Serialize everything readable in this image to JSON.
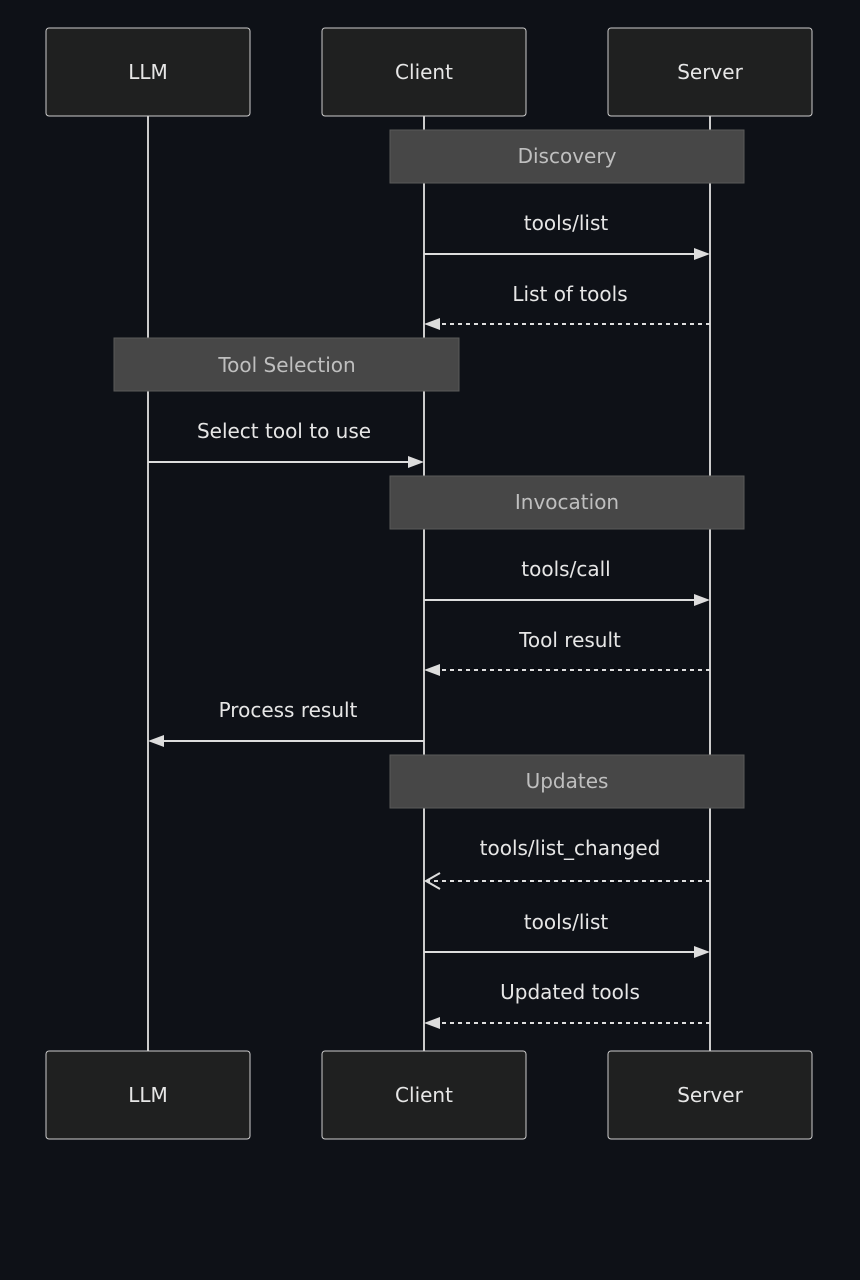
{
  "participants": {
    "llm": "LLM",
    "client": "Client",
    "server": "Server"
  },
  "notes": [
    {
      "text": "Discovery",
      "over": [
        "client",
        "server"
      ]
    },
    {
      "text": "Tool Selection",
      "over": [
        "llm",
        "client"
      ]
    },
    {
      "text": "Invocation",
      "over": [
        "client",
        "server"
      ]
    },
    {
      "text": "Updates",
      "over": [
        "client",
        "server"
      ]
    }
  ],
  "messages": [
    {
      "text": "tools/list",
      "from": "client",
      "to": "server",
      "style": "solid",
      "head": "filled"
    },
    {
      "text": "List of tools",
      "from": "server",
      "to": "client",
      "style": "dashed",
      "head": "filled"
    },
    {
      "text": "Select tool to use",
      "from": "llm",
      "to": "client",
      "style": "solid",
      "head": "filled"
    },
    {
      "text": "tools/call",
      "from": "client",
      "to": "server",
      "style": "solid",
      "head": "filled"
    },
    {
      "text": "Tool result",
      "from": "server",
      "to": "client",
      "style": "dashed",
      "head": "filled"
    },
    {
      "text": "Process result",
      "from": "client",
      "to": "llm",
      "style": "solid",
      "head": "filled"
    },
    {
      "text": "tools/list_changed",
      "from": "server",
      "to": "client",
      "style": "dashed",
      "head": "open"
    },
    {
      "text": "tools/list",
      "from": "client",
      "to": "server",
      "style": "solid",
      "head": "filled"
    },
    {
      "text": "Updated tools",
      "from": "server",
      "to": "client",
      "style": "dashed",
      "head": "filled"
    }
  ],
  "colors": {
    "background": "#0e1117",
    "actor_fill": "#1f2020",
    "actor_stroke": "#cccccc",
    "note_fill": "#474747",
    "line": "#dddddd"
  }
}
